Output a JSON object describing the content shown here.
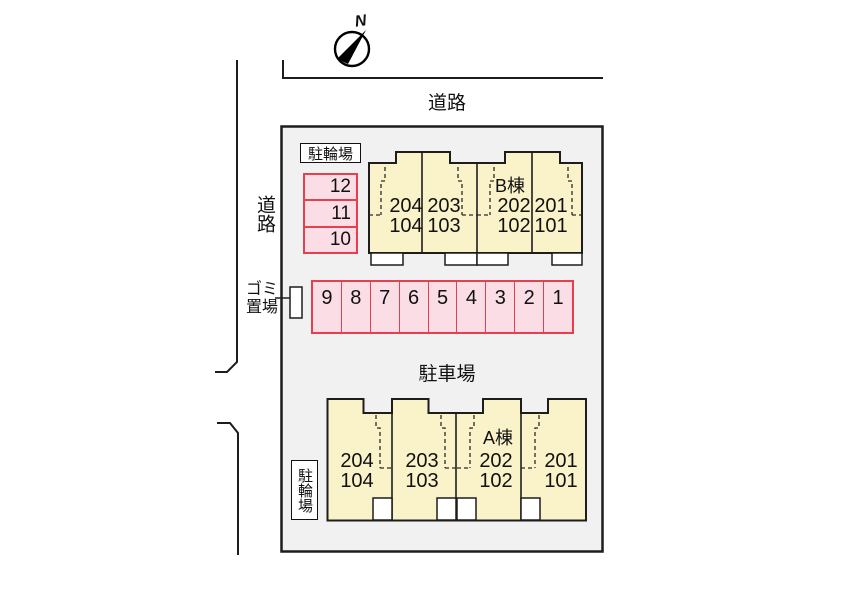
{
  "compass": {
    "north_label": "N"
  },
  "roads": {
    "top": "道路",
    "left": "道路"
  },
  "bike_top": {
    "label": "駐輪場",
    "spaces": [
      "12",
      "11",
      "10"
    ]
  },
  "garbage": {
    "line1": "ゴミ",
    "line2": "置場"
  },
  "parking": {
    "label": "駐車場",
    "spaces": [
      "9",
      "8",
      "7",
      "6",
      "5",
      "4",
      "3",
      "2",
      "1"
    ]
  },
  "buildings": {
    "b": {
      "name": "B棟",
      "units": [
        {
          "upper": "204",
          "lower": "104"
        },
        {
          "upper": "203",
          "lower": "103"
        },
        {
          "upper": "202",
          "lower": "102"
        },
        {
          "upper": "201",
          "lower": "101"
        }
      ]
    },
    "a": {
      "name": "A棟",
      "units": [
        {
          "upper": "204",
          "lower": "104"
        },
        {
          "upper": "203",
          "lower": "103"
        },
        {
          "upper": "202",
          "lower": "102"
        },
        {
          "upper": "201",
          "lower": "101"
        }
      ]
    }
  },
  "bike_bottom": {
    "label": "駐輪場"
  },
  "colors": {
    "site_fill": "#f1f1f1",
    "building_fill": "#faf3c9",
    "space_fill": "#fbdde6",
    "space_border": "#e4404e",
    "line": "#1d1d1d"
  }
}
